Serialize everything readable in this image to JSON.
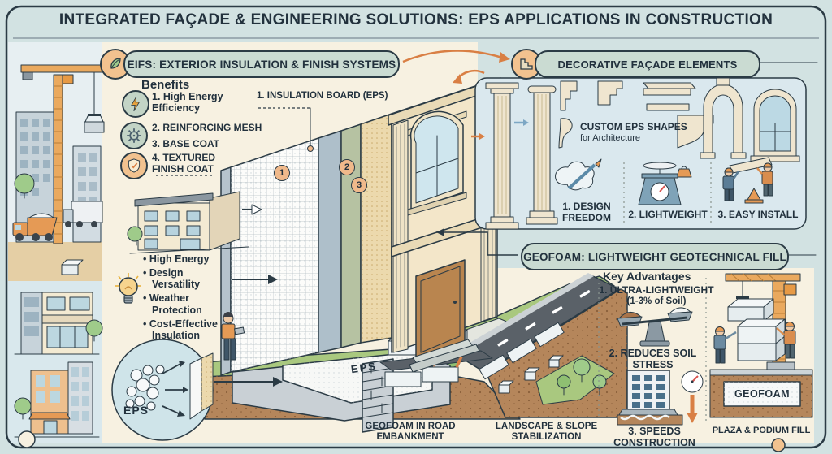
{
  "title": "INTEGRATED FAÇADE & ENGINEERING SOLUTIONS: EPS APPLICATIONS IN CONSTRUCTION",
  "eifs": {
    "header": "EIFS: EXTERIOR INSULATION & FINISH SYSTEMS",
    "benefits_title": "Benefits",
    "benefits": [
      "1. High Energy Efficiency",
      "2. REINFORCING MESH",
      "3. BASE COAT",
      "4. TEXTURED FINISH COAT"
    ],
    "insulation_board_label": "1. INSULATION BOARD (EPS)",
    "layer_badges": [
      "1",
      "2",
      "3"
    ],
    "features": [
      "High Energy",
      "Design Versatility",
      "Weather Protection",
      "Cost-Effective Insulation"
    ],
    "eps_bead_label": "EPS",
    "eps_foundation_label": "EPS"
  },
  "decorative": {
    "header": "DECORATIVE FAÇADE ELEMENTS",
    "shapes_title": "CUSTOM EPS SHAPES",
    "shapes_subtitle": "for Architecture",
    "items": [
      "1. DESIGN FREEDOM",
      "2. LIGHTWEIGHT",
      "3. EASY INSTALL"
    ]
  },
  "geofoam": {
    "header": "GEOFOAM: LIGHTWEIGHT GEOTECHNICAL FILL",
    "advantages_title": "Key Advantages",
    "advantages": [
      "1. ULTRA-LIGHTWEIGHT",
      "2. REDUCES SOIL STRESS",
      "3. SPEEDS CONSTRUCTION"
    ],
    "advantage_1_sub": "(1-3% of Soil)",
    "caption_road": "GEOFOAM IN ROAD EMBANKMENT",
    "caption_landscape": "LANDSCAPE & SLOPE STABILIZATION",
    "caption_plaza": "PLAZA & PODIUM FILL",
    "block_label": "GEOFOAM"
  },
  "colors": {
    "background": "#d2e2e2",
    "panel_cream": "#f7f1e1",
    "panel_blue": "#dae8ee",
    "pill_green": "#cadbd2",
    "accent_orange": "#e9a158",
    "arrow_orange": "#d97f44",
    "ink": "#22313d"
  }
}
